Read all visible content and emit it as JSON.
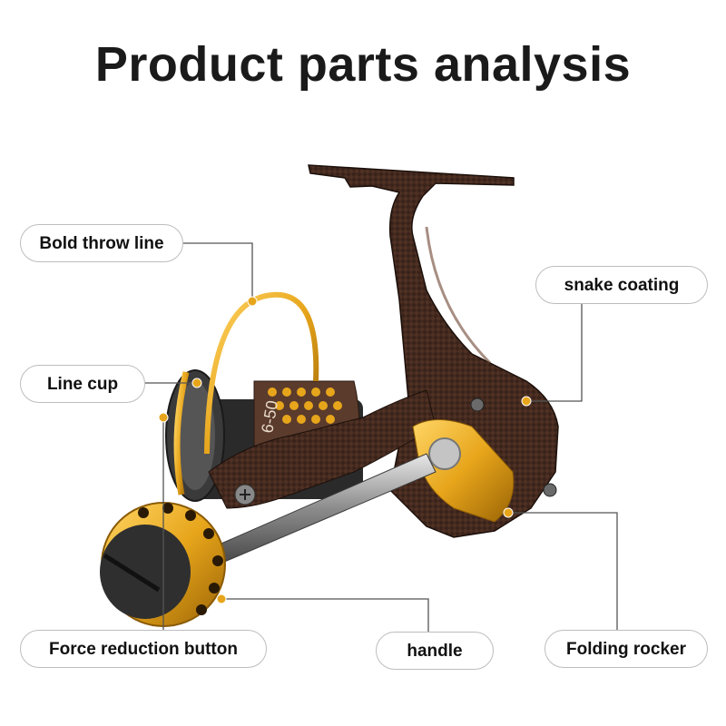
{
  "title": "Product parts analysis",
  "callouts": {
    "bold_throw_line": "Bold throw line",
    "line_cup": "Line cup",
    "snake_coating": "snake coating",
    "force_reduction_button": "Force reduction button",
    "handle": "handle",
    "folding_rocker": "Folding rocker"
  },
  "product": {
    "spool_text": "6-50"
  },
  "colors": {
    "gold": "#e7a51b",
    "body_dark": "#3a231a",
    "leader_line": "#555555",
    "callout_border": "#bdbdbd"
  }
}
